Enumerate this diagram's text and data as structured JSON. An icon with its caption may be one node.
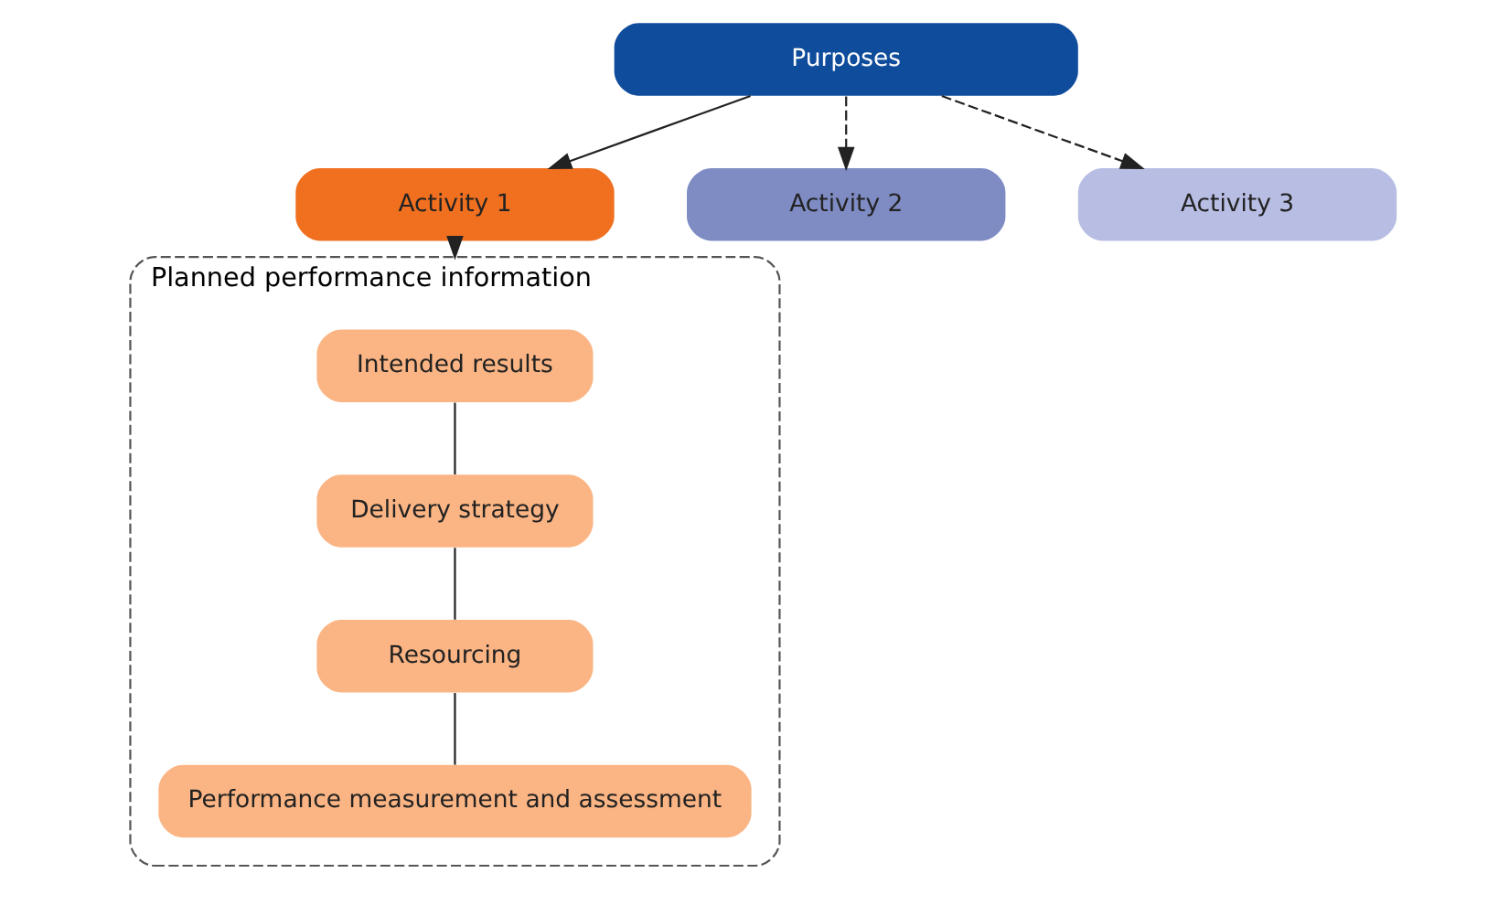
{
  "diagram": {
    "nodes": [
      {
        "text": [
          "Purposes"
        ]
      },
      {
        "text": [
          "Activity 1"
        ]
      },
      {
        "text": [
          "Activity 2"
        ]
      },
      {
        "text": [
          "Activity 3"
        ]
      },
      {
        "text": [
          "Planned performance information"
        ]
      },
      {
        "text": [
          "Intended results"
        ],
        "in": 4
      },
      {
        "text": [
          "Delivery strategy"
        ],
        "in": 4
      },
      {
        "text": [
          "Resourcing"
        ],
        "in": 4
      },
      {
        "text": [
          "Performance measurement and assessment"
        ],
        "in": 4
      }
    ],
    "edges": [
      {
        "from": 0,
        "to": 1,
        "arrow": "to"
      },
      {
        "from": 0,
        "to": 2,
        "arrow": "to",
        "style": "dashed"
      },
      {
        "from": 0,
        "to": 3,
        "arrow": "to",
        "style": "dashed"
      },
      {
        "from": 1,
        "to": 4,
        "arrow": "to"
      },
      {
        "from": 5,
        "to": 6,
        "arrow": "none"
      },
      {
        "from": 6,
        "to": 7,
        "arrow": "none"
      },
      {
        "from": 7,
        "to": 8,
        "arrow": "none"
      }
    ]
  }
}
